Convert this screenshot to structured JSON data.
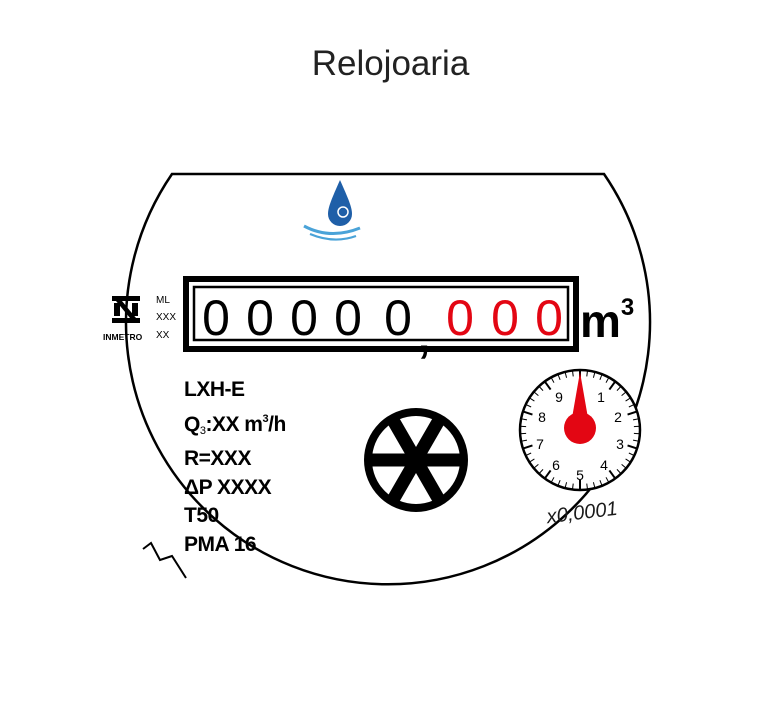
{
  "title": "Relojoaria",
  "meter": {
    "badge": {
      "brand": "INMETRO",
      "codes": [
        "ML",
        "XXX",
        "XX"
      ]
    },
    "register": {
      "black_digits": [
        "0",
        "0",
        "0",
        "0",
        "0"
      ],
      "decimal_separator": ",",
      "red_digits": [
        "0",
        "0",
        "0"
      ],
      "unit_base": "m",
      "unit_exp": "3",
      "black_color": "#000000",
      "red_color": "#e30613"
    },
    "specs": {
      "model": "LXH-E",
      "q3_prefix": "Q",
      "q3_sub": "3",
      "q3_value": ":XX m",
      "q3_exp": "3",
      "q3_suffix": "/h",
      "r": "R=XXX",
      "dp": "ΔP XXXX",
      "t": "T50",
      "pma": "PMA 16"
    },
    "dial": {
      "numbers": [
        "1",
        "2",
        "3",
        "4",
        "5",
        "6",
        "7",
        "8",
        "9"
      ],
      "multiplier": "x0,0001",
      "pointer_color": "#e30613"
    },
    "logo": {
      "drop_color": "#1f5fa8",
      "wave_color": "#4aa3d8"
    }
  }
}
